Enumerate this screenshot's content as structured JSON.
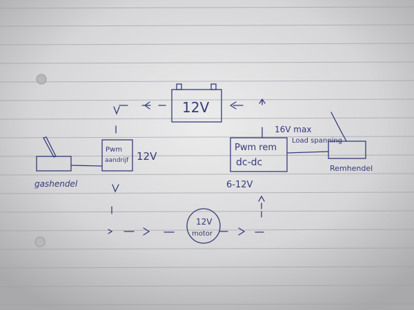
{
  "battery": {
    "label": "12V"
  },
  "throttle_controller": {
    "line1": "Pwm",
    "line2": "aandrijf",
    "voltage": "12V"
  },
  "throttle": {
    "label": "gashendel"
  },
  "brake_controller": {
    "line1": "Pwm rem",
    "line2": "dc-dc",
    "output": "6-12V",
    "input": "16V max"
  },
  "brake_lever": {
    "label": "Remhendel",
    "annotation": "Load spanning"
  },
  "motor": {
    "line1": "12V",
    "line2": "motor"
  },
  "colors": {
    "ink": "#343a78",
    "paper": "#d8d8d9"
  }
}
